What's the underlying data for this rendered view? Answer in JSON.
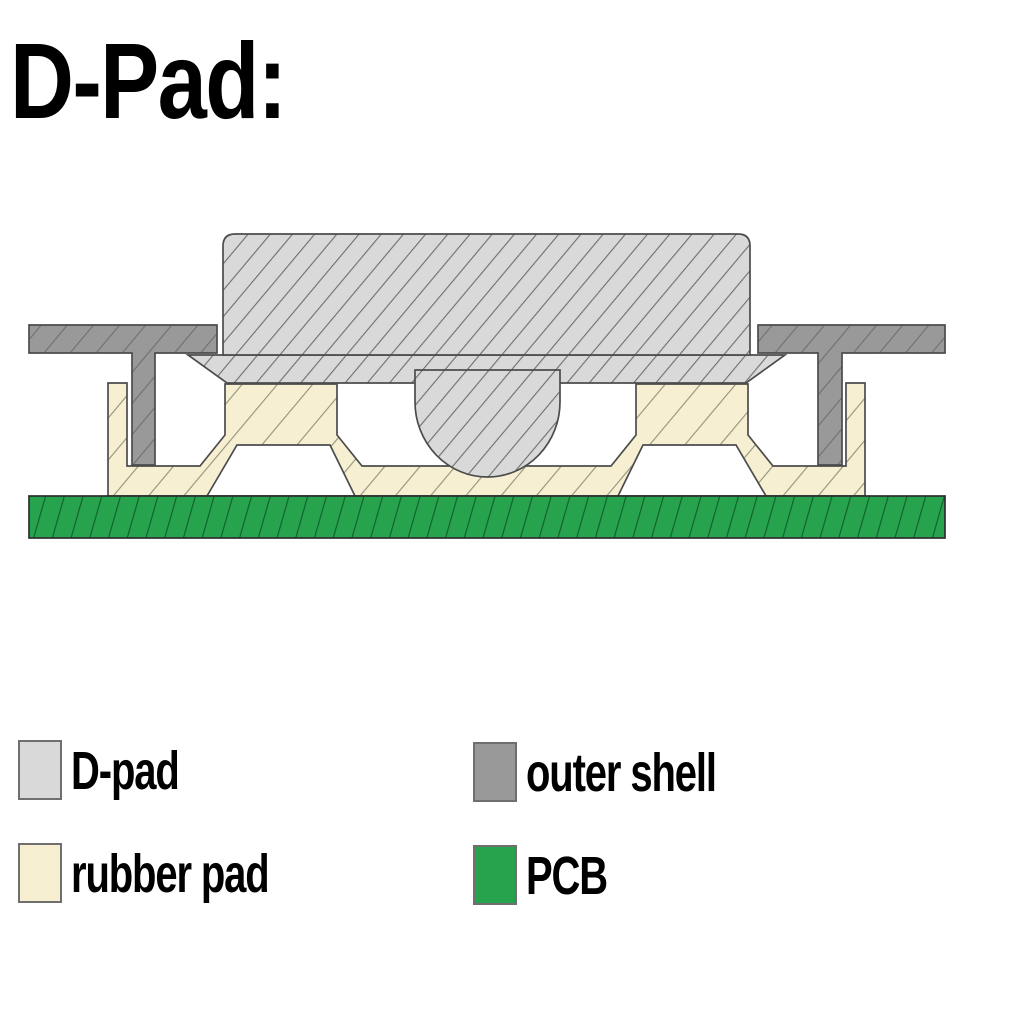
{
  "title": "D-Pad:",
  "legend": {
    "items": [
      {
        "id": "dpad",
        "label": "D-pad",
        "color": "#d9d9d9"
      },
      {
        "id": "outer-shell",
        "label": "outer shell",
        "color": "#999999"
      },
      {
        "id": "rubber-pad",
        "label": "rubber pad",
        "color": "#f6efd1"
      },
      {
        "id": "pcb",
        "label": "PCB",
        "color": "#27a24d"
      }
    ]
  },
  "colors": {
    "background": "#ffffff",
    "text": "#000000",
    "outline": "#4c4c4c",
    "dpad_fill": "#d9d9d9",
    "dpad_hatch": "#6e6e6e",
    "outer_shell_fill": "#999999",
    "outer_shell_hatch": "#6f6f6f",
    "rubber_pad_fill": "#f6efd1",
    "rubber_pad_hatch": "#94917e",
    "pcb_fill": "#27a24d",
    "pcb_hatch": "#10602b"
  }
}
